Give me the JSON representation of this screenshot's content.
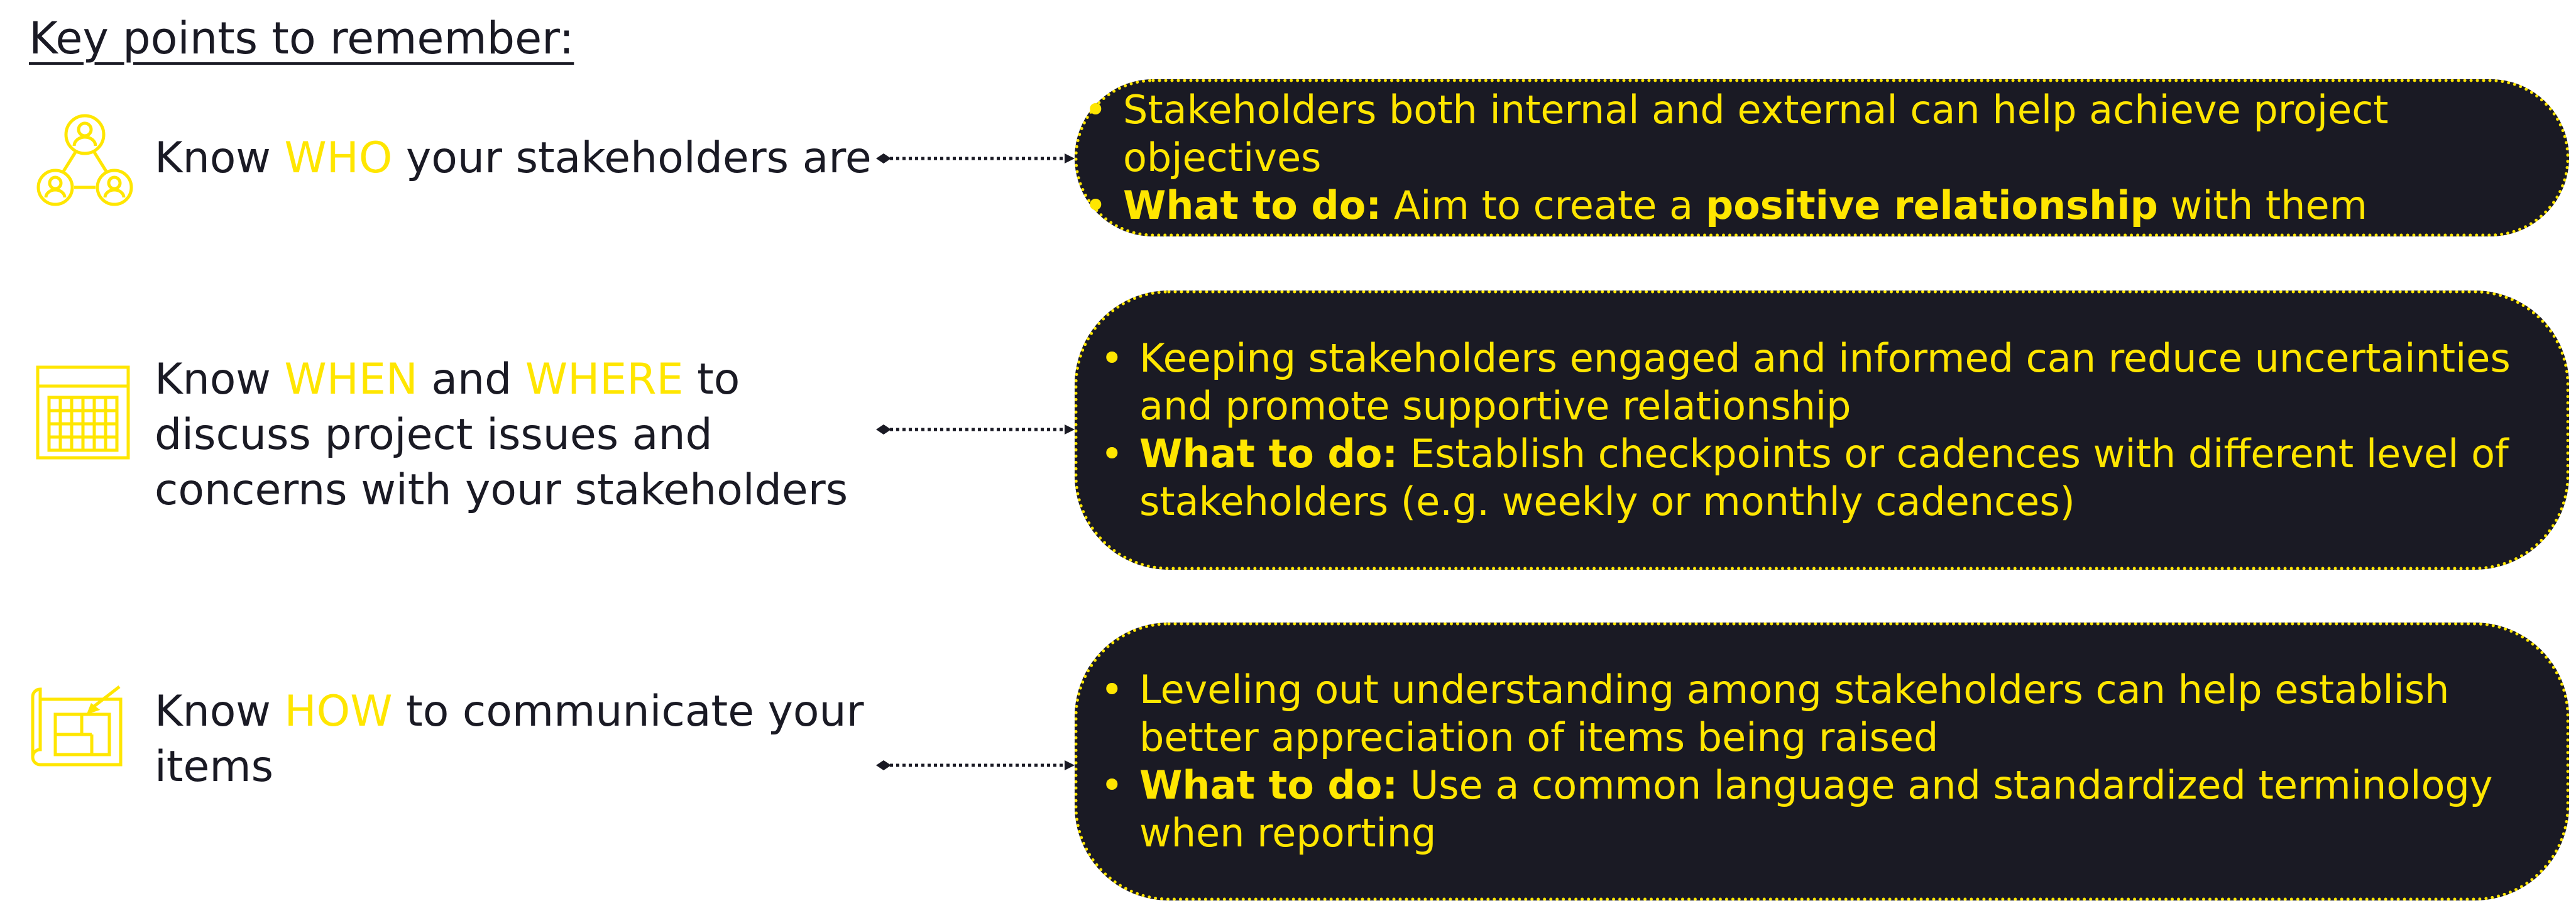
{
  "heading": "Key points to remember:",
  "rows": [
    {
      "icon": "stakeholder-network-icon",
      "label_lines": [
        [
          "Know ",
          "WHO",
          " your stakeholders are"
        ]
      ],
      "bullets": [
        {
          "prefix": "",
          "text": "Stakeholders both internal and external can help achieve project objectives",
          "bold_mid": "",
          "suffix": ""
        },
        {
          "prefix": "What to do:",
          "text": " Aim to create a ",
          "bold_mid": "positive relationship",
          "suffix": " with them"
        }
      ]
    },
    {
      "icon": "calendar-icon",
      "label_lines": [
        [
          "Know ",
          "WHEN",
          " and ",
          "WHERE",
          " to"
        ],
        [
          "discuss project issues and"
        ],
        [
          "concerns with  your stakeholders"
        ]
      ],
      "bullets": [
        {
          "prefix": "",
          "text": "Keeping stakeholders engaged and informed can reduce uncertainties and promote supportive relationship",
          "bold_mid": "",
          "suffix": ""
        },
        {
          "prefix": "What to do:",
          "text": " Establish checkpoints or cadences with different level of stakeholders (e.g. weekly or monthly cadences)",
          "bold_mid": "",
          "suffix": ""
        }
      ]
    },
    {
      "icon": "blueprint-icon",
      "label_lines": [
        [
          "Know ",
          "HOW",
          " to communicate your"
        ],
        [
          "items"
        ]
      ],
      "bullets": [
        {
          "prefix": "",
          "text": "Leveling out understanding among stakeholders can help establish better appreciation of items being raised",
          "bold_mid": "",
          "suffix": ""
        },
        {
          "prefix": "What to do:",
          "text": " Use a common language and standardized terminology when reporting",
          "bold_mid": "",
          "suffix": ""
        }
      ]
    }
  ],
  "colors": {
    "accent": "#ffe600",
    "dark": "#1a1a24",
    "background": "#ffffff"
  }
}
